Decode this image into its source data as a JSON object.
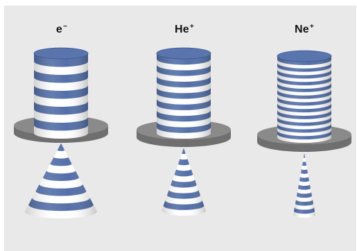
{
  "items": [
    {
      "base": "e",
      "charge": "−"
    },
    {
      "base": "He",
      "charge": "+"
    },
    {
      "base": "Ne",
      "charge": "+"
    }
  ],
  "colors": {
    "stripe": "#5470a8",
    "stripe_dark": "#3a5590",
    "top_face": "#5a74ad",
    "plate": "#6f6f6f",
    "plate_top": "#8a8a8a",
    "white": "#ffffff",
    "background": "#e9e9e9"
  },
  "figure": {
    "cylinders": [
      {
        "bands": 5
      },
      {
        "bands": 7
      },
      {
        "bands": 12
      }
    ],
    "cones": [
      {
        "bands": 5
      },
      {
        "bands": 6
      },
      {
        "bands": 8
      }
    ]
  }
}
